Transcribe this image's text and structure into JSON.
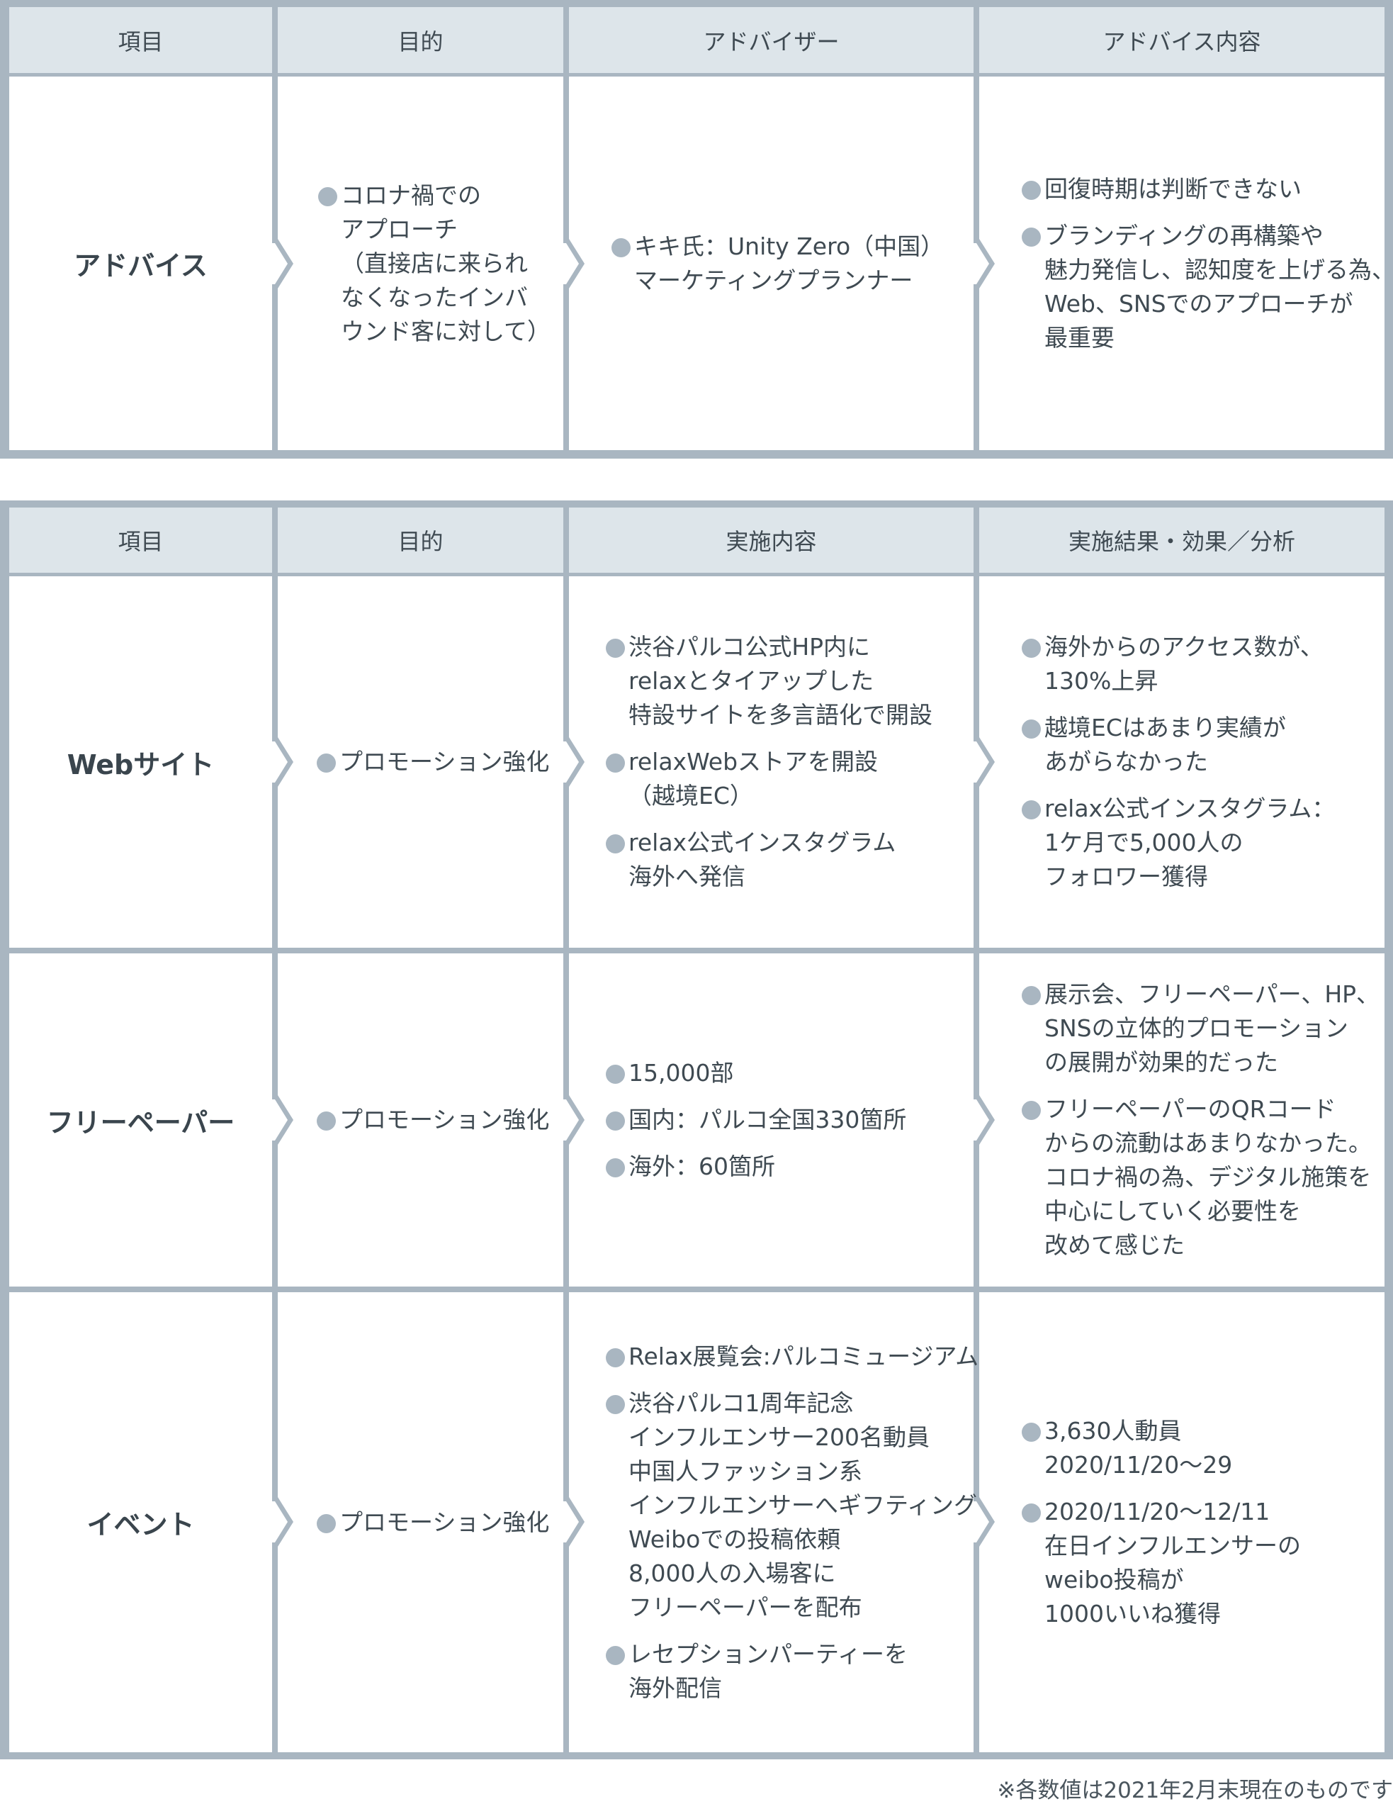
{
  "table1": {
    "headers": [
      "項目",
      "目的",
      "アドバイザー",
      "アドバイス内容"
    ],
    "rows": [
      {
        "label": "アドバイス",
        "purpose": [
          [
            "コロナ禍での",
            "アプローチ",
            "（直接店に来られ",
            "なくなったインバ",
            "ウンド客に対して）"
          ]
        ],
        "col3": [
          [
            "キキ氏：Unity Zero（中国）",
            "マーケティングプランナー"
          ]
        ],
        "col4": [
          [
            "回復時期は判断できない"
          ],
          [
            "ブランディングの再構築や",
            "魅力発信し、認知度を上げる為、",
            "Web、SNSでのアプローチが",
            "最重要"
          ]
        ]
      }
    ]
  },
  "table2": {
    "headers": [
      "項目",
      "目的",
      "実施内容",
      "実施結果・効果／分析"
    ],
    "rows": [
      {
        "label": "Webサイト",
        "purpose": [
          [
            "プロモーション強化"
          ]
        ],
        "col3": [
          [
            "渋谷パルコ公式HP内に",
            "relaxとタイアップした",
            "特設サイトを多言語化で開設"
          ],
          [
            "relaxWebストアを開設",
            "（越境EC）"
          ],
          [
            "relax公式インスタグラム",
            "海外へ発信"
          ]
        ],
        "col4": [
          [
            "海外からのアクセス数が、",
            "130%上昇"
          ],
          [
            "越境ECはあまり実績が",
            "あがらなかった"
          ],
          [
            "relax公式インスタグラム：",
            "1ケ月で5,000人の",
            "フォロワー獲得"
          ]
        ]
      },
      {
        "label": "フリーペーパー",
        "purpose": [
          [
            "プロモーション強化"
          ]
        ],
        "col3": [
          [
            "15,000部"
          ],
          [
            "国内：パルコ全国330箇所"
          ],
          [
            "海外：60箇所"
          ]
        ],
        "col4": [
          [
            "展示会、フリーペーパー、HP、",
            "SNSの立体的プロモーション",
            "の展開が効果的だった"
          ],
          [
            "フリーペーパーのQRコード",
            "からの流動はあまりなかった。",
            "コロナ禍の為、デジタル施策を",
            "中心にしていく必要性を",
            "改めて感じた"
          ]
        ]
      },
      {
        "label": "イベント",
        "purpose": [
          [
            "プロモーション強化"
          ]
        ],
        "col3": [
          [
            "Relax展覧会:パルコミュージアム"
          ],
          [
            "渋谷パルコ1周年記念",
            "インフルエンサー200名動員",
            "中国人ファッション系",
            "インフルエンサーへギフティング、",
            "Weiboでの投稿依頼",
            "8,000人の入場客に",
            "フリーペーパーを配布"
          ],
          [
            "レセプションパーティーを",
            "海外配信"
          ]
        ],
        "col4": [
          [
            "3,630人動員",
            "2020/11/20〜29"
          ],
          [
            "2020/11/20〜12/11",
            "在日インフルエンサーの",
            "weibo投稿が",
            "1000いいね獲得"
          ]
        ]
      }
    ]
  },
  "footnote": "※各数値は2021年2月末現在のものです",
  "colors": {
    "border": "#a9b6c1",
    "header_bg": "#dde5ea",
    "text": "#3f4a52"
  }
}
